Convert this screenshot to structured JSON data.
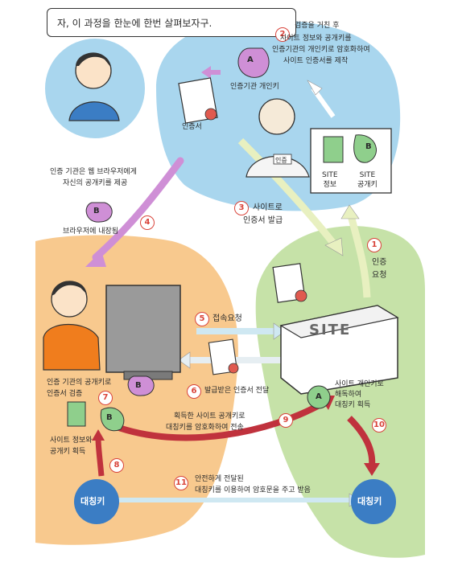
{
  "speech_bubble": "자, 이 과정을 한눈에 한번 살펴보자구.",
  "step2": {
    "number": "2",
    "lines": [
      "검증을 거친 후",
      "사이트 정보와 공개키를",
      "인증기관의 개인키로 암호화하여",
      "사이트 인증서를 제작"
    ]
  },
  "ca_private_key_label": "인증기관 개인키",
  "key_letter_a": "A",
  "key_letter_b": "B",
  "certificate_label": "인증서",
  "stamp_label": "인증",
  "site_info_label": "SITE\n정보",
  "site_pubkey_label": "SITE\n공개키",
  "step4": {
    "number": "4",
    "lines": [
      "인증 기관은 웹 브라우저에게",
      "자신의 공개키를 제공"
    ],
    "sub": "브라우저에 내장됨"
  },
  "step3": {
    "number": "3",
    "lines": [
      "사이트로",
      "인증서 발급"
    ]
  },
  "step1": {
    "number": "1",
    "lines": [
      "인증",
      "요청"
    ]
  },
  "step5": {
    "number": "5",
    "label": "접속요청"
  },
  "site_building_label": "SITE",
  "step7": {
    "number": "7",
    "lines": [
      "인증 기관의 공개키로",
      "인증서 검증"
    ]
  },
  "step6": {
    "number": "6",
    "label": "발급받은 인증서 전달"
  },
  "step10": {
    "number": "10",
    "lines": [
      "사이트 개인키로",
      "해독하여",
      "대칭키 획득"
    ]
  },
  "step9": {
    "number": "9",
    "lines": [
      "획득한 사이트 공개키로",
      "대칭키를 암호화하여 전송"
    ]
  },
  "site_info_pubkey": {
    "lines": [
      "사이트 정보와",
      "공개키 획득"
    ]
  },
  "step8": {
    "number": "8"
  },
  "step11": {
    "number": "11",
    "lines": [
      "안전하게 전달된",
      "대칭키를 이용하여 암호문을 주고 받음"
    ]
  },
  "symmetric_key_left": "대칭키",
  "symmetric_key_right": "대칭키",
  "colors": {
    "blue_area": "#a9d6ee",
    "orange_area": "#f8c98e",
    "green_area": "#c6e2a8",
    "red_arrow": "#c0323d",
    "purple_arrow": "#cf8fd6",
    "light_green_arrow": "#e8f0c0",
    "light_blue_arrow": "#cfe8f2"
  }
}
